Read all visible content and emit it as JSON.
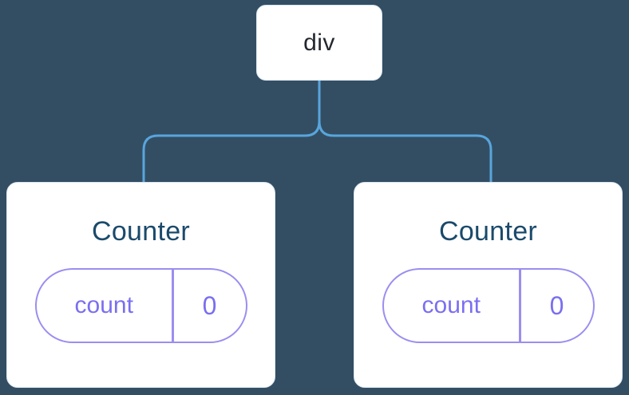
{
  "diagram": {
    "root": {
      "label": "div"
    },
    "children": [
      {
        "title": "Counter",
        "state": {
          "key": "count",
          "value": "0"
        }
      },
      {
        "title": "Counter",
        "state": {
          "key": "count",
          "value": "0"
        }
      }
    ]
  },
  "colors": {
    "background": "#334e63",
    "connector": "#58a5dd",
    "node_bg": "#ffffff",
    "node_border": "#d8e7f3",
    "node_text": "#23272f",
    "title_text": "#1a4a6b",
    "pill_border": "#9a8ef0",
    "pill_text": "#7a6ff0"
  }
}
